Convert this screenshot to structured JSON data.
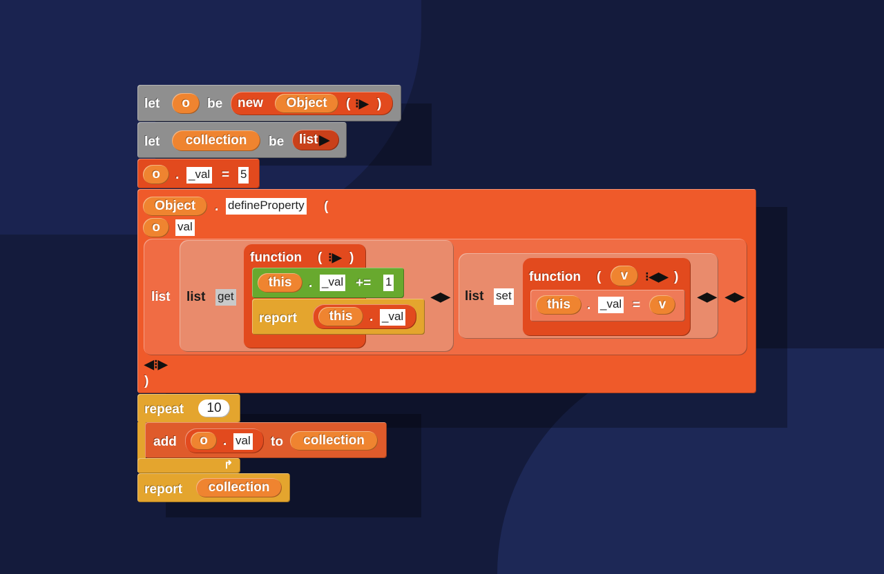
{
  "blocks": {
    "let1": {
      "kw": "let",
      "var": "o",
      "be": "be",
      "new": "new",
      "object": "Object",
      "open": "(",
      "arrows": "⁝▶",
      "close": ")"
    },
    "let2": {
      "kw": "let",
      "var": "collection",
      "be": "be",
      "list": "list",
      "arrow": "▶"
    },
    "assign": {
      "var": "o",
      "dot": ".",
      "prop": "_val",
      "eq": "=",
      "value": "5"
    },
    "define": {
      "object": "Object",
      "dot": ".",
      "method": "defineProperty",
      "open": "(",
      "arg1": "o",
      "arg2": "val",
      "arrows": "◀⁝▶",
      "close": ")",
      "list_label": "list",
      "get": {
        "list": "list",
        "key": "get",
        "function": "function",
        "open": "(",
        "arrows": "⁝▶",
        "close": ")",
        "inc": {
          "this": "this",
          "dot": ".",
          "prop": "_val",
          "op": "+=",
          "value": "1"
        },
        "report": {
          "kw": "report",
          "this": "this",
          "dot": ".",
          "prop": "_val"
        }
      },
      "set": {
        "list": "list",
        "key": "set",
        "function": "function",
        "open": "(",
        "param": "v",
        "arrows": "⁝◀▶",
        "close": ")",
        "assign": {
          "this": "this",
          "dot": ".",
          "prop": "_val",
          "eq": "=",
          "value": "v"
        }
      },
      "arrows1": "◀▶",
      "arrows2": "◀▶",
      "arrows3": "◀▶"
    },
    "repeat": {
      "kw": "repeat",
      "count": "10",
      "loop_arrow": "↱",
      "add": {
        "kw": "add",
        "var": "o",
        "dot": ".",
        "prop": "val",
        "to": "to",
        "list": "collection"
      }
    },
    "report": {
      "kw": "report",
      "value": "collection"
    }
  },
  "colors": {
    "background": "#141b3c",
    "control": "#8f8f8f",
    "object": "#e24a1e",
    "variable": "#ef8430",
    "green": "#68a92e",
    "yellow": "#e4a52e"
  }
}
